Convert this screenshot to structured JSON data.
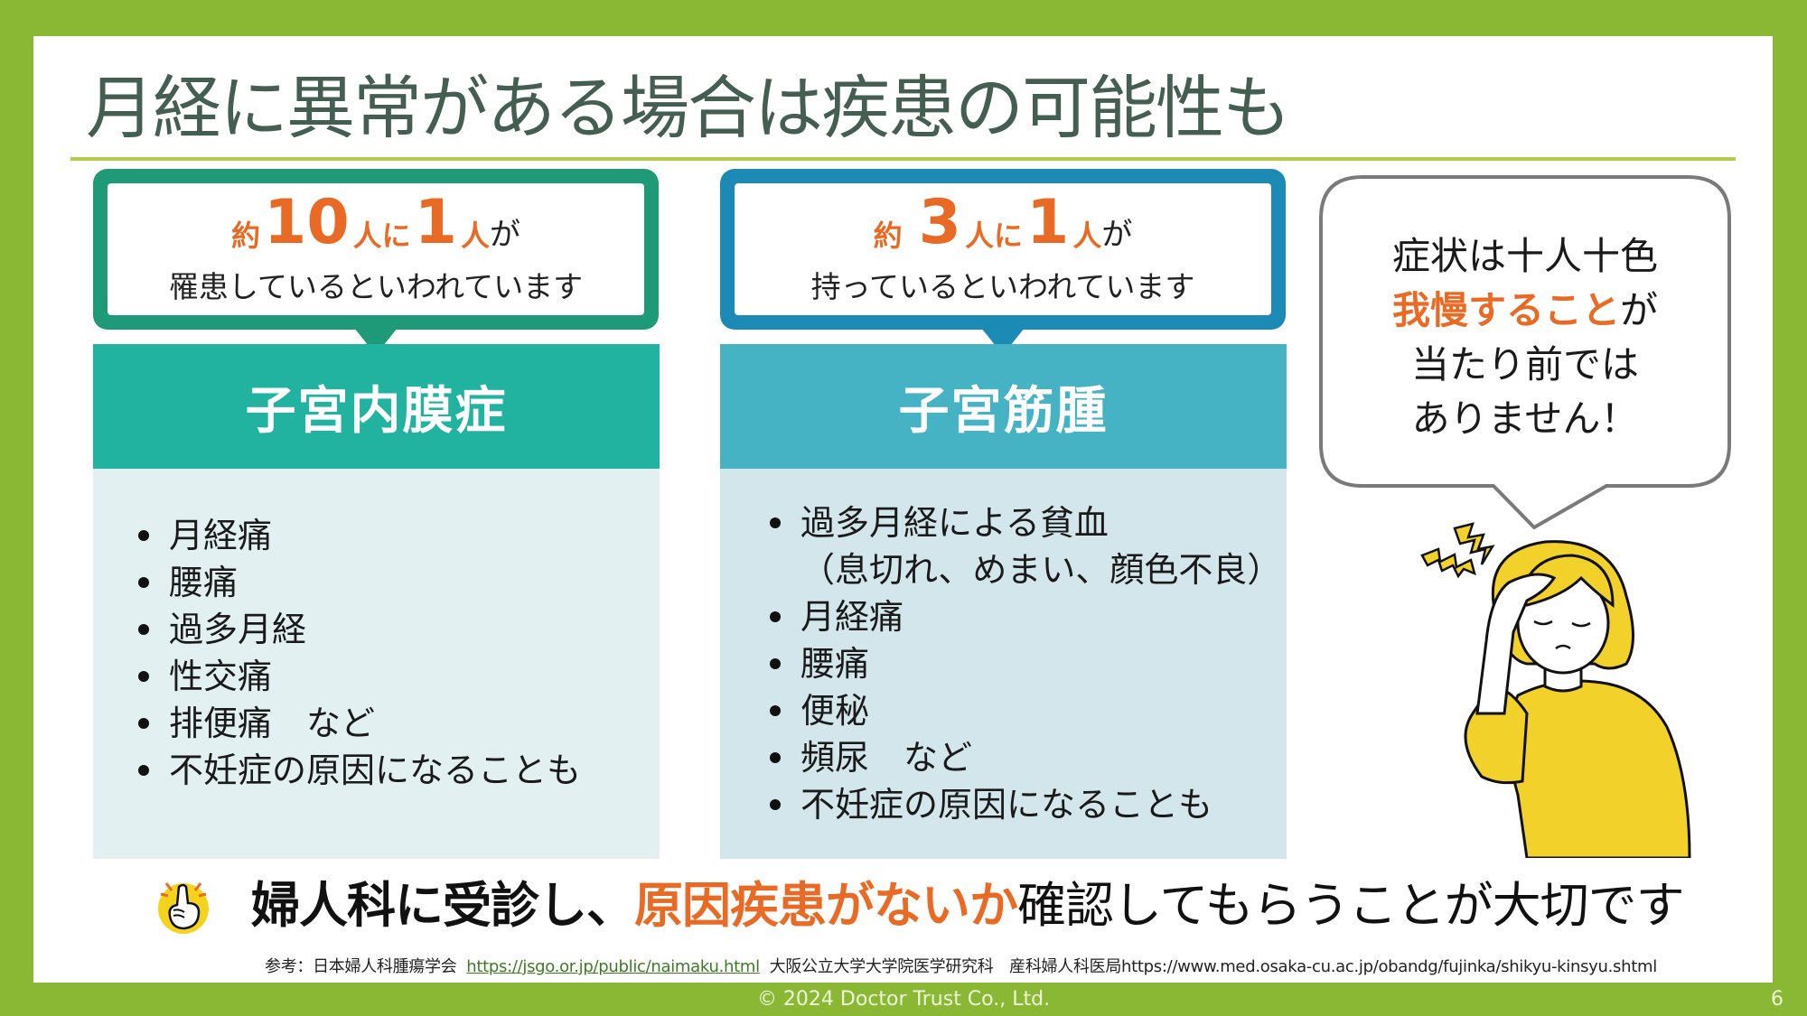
{
  "slide": {
    "title": "月経に異常がある場合は疾患の可能性も",
    "colors": {
      "frame_green": "#8ab835",
      "title_text": "#455e52",
      "accent_orange": "#e96a24",
      "endometriosis_border": "#1f9a78",
      "endometriosis_header": "#21b3a0",
      "fibroid_border": "#1b8bb5",
      "fibroid_header": "#46b3c5"
    }
  },
  "endometriosis": {
    "stat": {
      "prefix": "約",
      "number1": "10",
      "unit1": "人に",
      "number2": "1",
      "unit2": "人",
      "suffix": "が",
      "line2": "罹患しているといわれています"
    },
    "name": "子宮内膜症",
    "symptoms": [
      "月経痛",
      "腰痛",
      "過多月経",
      "性交痛",
      "排便痛　など",
      "不妊症の原因になることも"
    ]
  },
  "fibroid": {
    "stat": {
      "prefix": "約",
      "number1": "3",
      "unit1": "人に",
      "number2": "1",
      "unit2": "人",
      "suffix": "が",
      "line2": "持っているといわれています"
    },
    "name": "子宮筋腫",
    "symptoms": [
      {
        "text": "過多月経による貧血",
        "cont": "（息切れ、めまい、顔色不良）"
      },
      {
        "text": "月経痛"
      },
      {
        "text": "腰痛"
      },
      {
        "text": "便秘"
      },
      {
        "text": "頻尿　など"
      },
      {
        "text": "不妊症の原因になることも"
      }
    ]
  },
  "bubble": {
    "line1": "症状は十人十色",
    "line2_em": "我慢すること",
    "line2_tail": "が",
    "line3": "当たり前では",
    "line4": "ありません！"
  },
  "illustration": {
    "icon": "woman-headache-icon"
  },
  "cta": {
    "icon": "pointing-finger-icon",
    "part1": "婦人科に受診し、",
    "part2_em": "原因疾患がないか",
    "part3": "確認してもらうことが大切です"
  },
  "reference": {
    "label": "参考：日本婦人科腫瘍学会",
    "link1": "https://jsgo.or.jp/public/naimaku.html",
    "source2": "大阪公立大学大学院医学研究科　産科婦人科医局https://www.med.osaka-cu.ac.jp/obandg/fujinka/shikyu-kinsyu.shtml"
  },
  "footer": {
    "copyright": "© 2024 Doctor Trust Co., Ltd.",
    "page_number": "6"
  }
}
